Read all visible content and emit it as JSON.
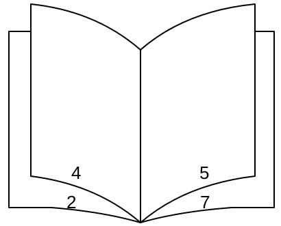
{
  "book": {
    "pages": {
      "inner_left": "4",
      "inner_right": "5",
      "outer_left": "2",
      "outer_right": "7"
    }
  }
}
